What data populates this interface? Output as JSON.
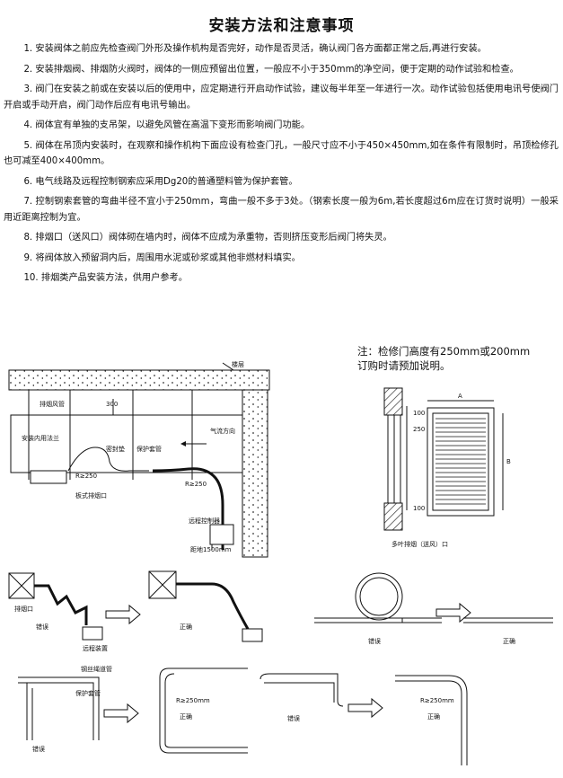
{
  "title": "安装方法和注意事项",
  "items": [
    "1.  安装阀体之前应先检查阀门外形及操作机构是否完好，动作是否灵活，确认阀门各方面都正常之后,再进行安装。",
    "2.  安装排烟阀、排烟防火阀时，阀体的一侧应预留出位置，一般应不小于350mm的净空间，便于定期的动作试验和检查。",
    "3.  阀门在安装之前或在安装以后的使用中，应定期进行开启动作试验，建议每半年至一年进行一次。动作试验包括使用电讯号使阀门开启或手动开启，阀门动作后应有电讯号输出。",
    "4.  阀体宜有单独的支吊架，以避免风管在高温下变形而影响阀门功能。",
    "5.  阀体在吊顶内安装时，在观察和操作机构下面应设有检查门孔，一般尺寸应不小于450×450mm,如在条件有限制时，吊顶检修孔也可减至400×400mm。",
    "6.  电气线路及远程控制钢索应采用Dg20的普通塑料管为保护套管。",
    "7.  控制钢索套管的弯曲半径不宜小于250mm，弯曲一般不多于3处。（钢索长度一般为6m,若长度超过6m应在订货时说明）一般采用近距离控制为宜。",
    "8.  排烟口（送风口）阀体砌在墙内时，阀体不应成为承重物，否则挤压变形后阀门将失灵。",
    "9.  将阀体放入预留洞内后，周围用水泥或砂浆或其他非燃材料填实。",
    "10.  排烟类产品安装方法，供用户参考。"
  ],
  "note": {
    "line1": "注：检修门高度有250mm或200mm",
    "line2": "订购时请预加说明。"
  },
  "diagram1": {
    "floor": "楼层",
    "duct": "排烟风管",
    "dim300": "300",
    "flange": "安装内用法兰",
    "seal": "密封垫",
    "sleeve": "保护套管",
    "airflow": "气流方向",
    "r1": "R≥250",
    "r2": "R≥250",
    "outlet": "板式排烟口",
    "remote": "远程控制器",
    "height": "距地1500mm"
  },
  "diagram2": {
    "dimA": "A",
    "dimB": "B",
    "d100a": "100",
    "d250": "250",
    "d100b": "100",
    "caption": "多叶排烟（送风）口"
  },
  "diagram3": {
    "outlet": "排烟口",
    "wrong1": "错误",
    "remote": "远程装置",
    "right1": "正确",
    "wrong2": "错误",
    "right2": "正确"
  },
  "diagram4": {
    "cable": "钢丝绳道管",
    "sleeve": "保护套管",
    "wrong1": "错误",
    "r1": "R≥250mm",
    "right1": "正确",
    "wrong2": "错误",
    "r2": "R≥250mm",
    "right2": "正确"
  }
}
